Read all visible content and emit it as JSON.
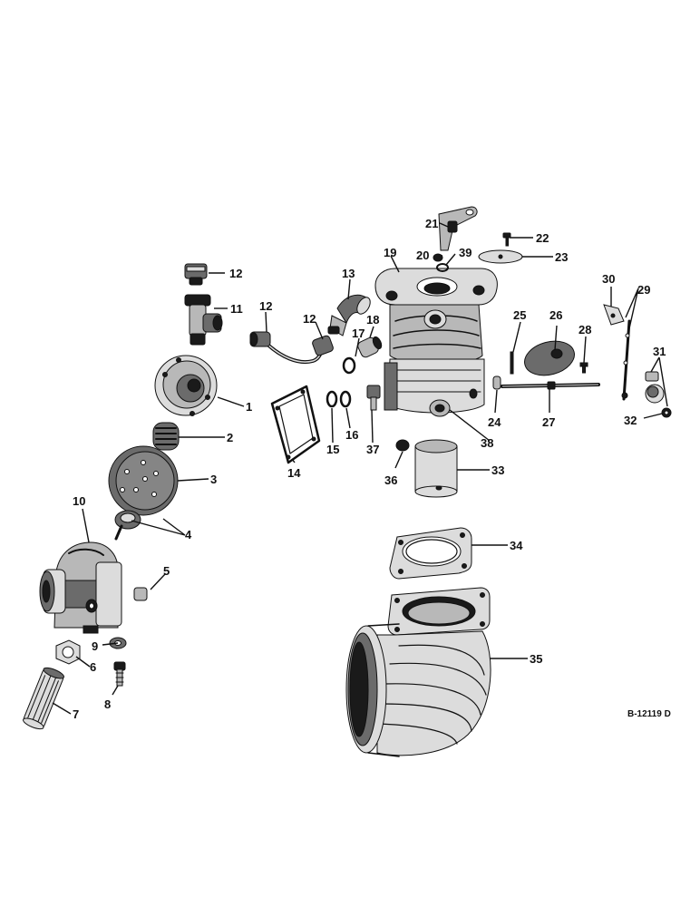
{
  "diagram": {
    "drawing_number": "B-12119 D",
    "parts": [
      {
        "id": "p1",
        "label": "1",
        "part_name": "cover-plate-icon"
      },
      {
        "id": "p2",
        "label": "2",
        "part_name": "spring-icon"
      },
      {
        "id": "p3",
        "label": "3",
        "part_name": "diaphragm-icon"
      },
      {
        "id": "p4",
        "label": "4",
        "part_name": "valve-icon"
      },
      {
        "id": "p5",
        "label": "5",
        "part_name": "plug-icon"
      },
      {
        "id": "p6",
        "label": "6",
        "part_name": "nut-icon"
      },
      {
        "id": "p7",
        "label": "7",
        "part_name": "filter-cartridge-icon"
      },
      {
        "id": "p8",
        "label": "8",
        "part_name": "screw-icon"
      },
      {
        "id": "p9",
        "label": "9",
        "part_name": "washer-icon"
      },
      {
        "id": "p10",
        "label": "10",
        "part_name": "pump-body-icon"
      },
      {
        "id": "p11",
        "label": "11",
        "part_name": "tee-fitting-icon"
      },
      {
        "id": "p12a",
        "label": "12",
        "part_name": "elbow-fitting-icon"
      },
      {
        "id": "p12b",
        "label": "12",
        "part_name": "fuel-line-fitting-icon"
      },
      {
        "id": "p12c",
        "label": "12",
        "part_name": "fitting-icon"
      },
      {
        "id": "p13",
        "label": "13",
        "part_name": "elbow-icon"
      },
      {
        "id": "p14",
        "label": "14",
        "part_name": "gasket-icon"
      },
      {
        "id": "p15",
        "label": "15",
        "part_name": "o-ring-icon"
      },
      {
        "id": "p16",
        "label": "16",
        "part_name": "o-ring-icon"
      },
      {
        "id": "p17",
        "label": "17",
        "part_name": "ring-icon"
      },
      {
        "id": "p18",
        "label": "18",
        "part_name": "bushing-icon"
      },
      {
        "id": "p19",
        "label": "19",
        "part_name": "mixer-body-icon"
      },
      {
        "id": "p20",
        "label": "20",
        "part_name": "washer-icon"
      },
      {
        "id": "p21",
        "label": "21",
        "part_name": "lever-icon"
      },
      {
        "id": "p22",
        "label": "22",
        "part_name": "screw-icon"
      },
      {
        "id": "p23",
        "label": "23",
        "part_name": "plate-icon"
      },
      {
        "id": "p24",
        "label": "24",
        "part_name": "pin-icon"
      },
      {
        "id": "p25",
        "label": "25",
        "part_name": "pin-icon"
      },
      {
        "id": "p26",
        "label": "26",
        "part_name": "throttle-plate-icon"
      },
      {
        "id": "p27",
        "label": "27",
        "part_name": "shaft-icon"
      },
      {
        "id": "p28",
        "label": "28",
        "part_name": "screw-icon"
      },
      {
        "id": "p29",
        "label": "29",
        "part_name": "lever-icon"
      },
      {
        "id": "p30",
        "label": "30",
        "part_name": "bracket-icon"
      },
      {
        "id": "p31",
        "label": "31",
        "part_name": "ball-joint-icon"
      },
      {
        "id": "p32",
        "label": "32",
        "part_name": "clip-icon"
      },
      {
        "id": "p33",
        "label": "33",
        "part_name": "venturi-sleeve-icon"
      },
      {
        "id": "p34",
        "label": "34",
        "part_name": "gasket-icon"
      },
      {
        "id": "p35",
        "label": "35",
        "part_name": "elbow-housing-icon"
      },
      {
        "id": "p36",
        "label": "36",
        "part_name": "plug-icon"
      },
      {
        "id": "p37",
        "label": "37",
        "part_name": "valve-icon"
      },
      {
        "id": "p38",
        "label": "38",
        "part_name": "plug-icon"
      },
      {
        "id": "p39",
        "label": "39",
        "part_name": "ring-icon"
      }
    ]
  }
}
